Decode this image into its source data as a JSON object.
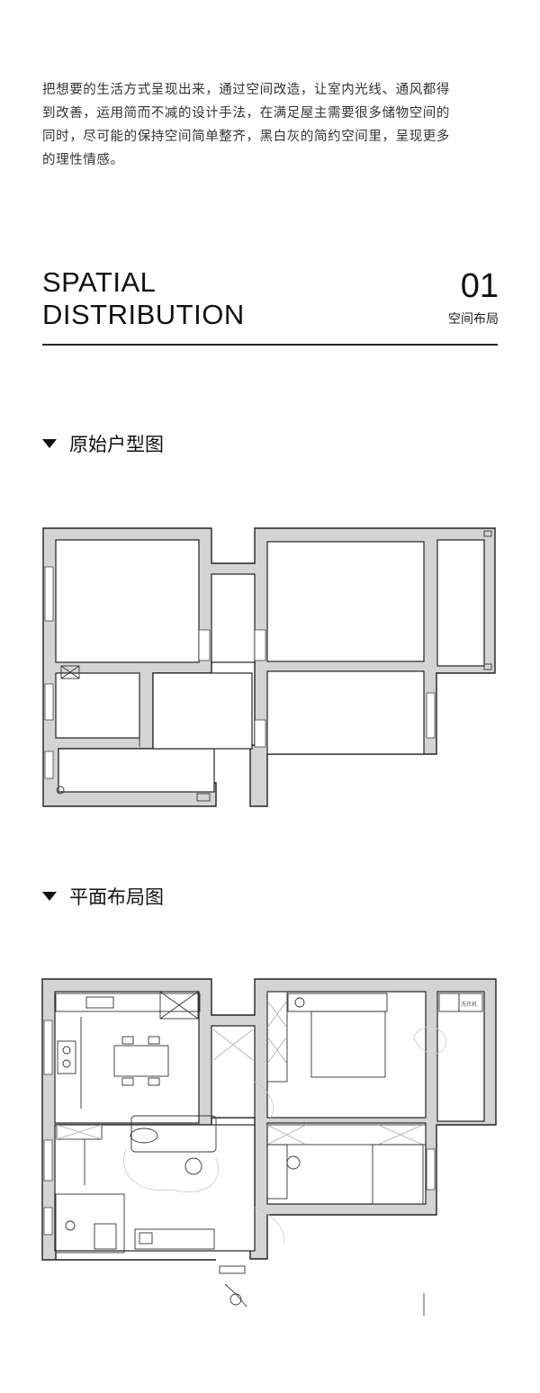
{
  "intro": {
    "lines": [
      "把想要的生活方式呈现出来，通过空间改造，让室内光线、通风都得",
      "到改善，运用简而不减的设计手法，在满足屋主需要很多储物空间的",
      "同时，尽可能的保持空间简单整齐，黑白灰的简约空间里，呈现更多",
      "的理性情感。"
    ]
  },
  "section_title": {
    "en_line1": "SPATIAL",
    "en_line2": "DISTRIBUTION",
    "number": "01",
    "cn": "空间布局"
  },
  "original_plan": {
    "heading": "原始户型图"
  },
  "floor_plan": {
    "heading": "平面布局图",
    "appliance_label": "洗衣机"
  },
  "colors": {
    "wall": "#d4d4d4",
    "line": "#222222",
    "text": "#1a1a1a"
  }
}
